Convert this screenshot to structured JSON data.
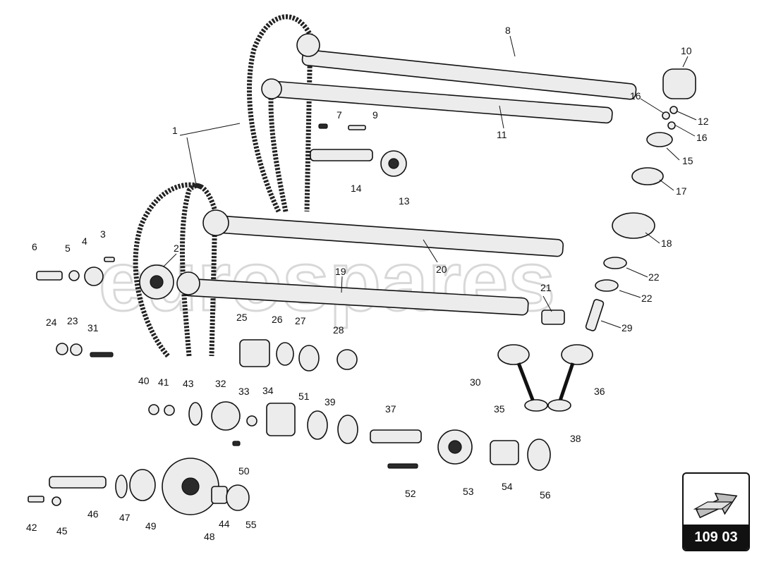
{
  "watermark": "eurospares",
  "reference_code": "109 03",
  "labels": [
    "1",
    "2",
    "3",
    "4",
    "5",
    "6",
    "7",
    "8",
    "9",
    "10",
    "11",
    "12",
    "13",
    "14",
    "15",
    "16",
    "16",
    "17",
    "18",
    "19",
    "20",
    "21",
    "22",
    "22",
    "23",
    "24",
    "25",
    "26",
    "27",
    "28",
    "29",
    "30",
    "31",
    "32",
    "33",
    "34",
    "35",
    "36",
    "37",
    "38",
    "39",
    "40",
    "41",
    "42",
    "43",
    "44",
    "45",
    "46",
    "47",
    "48",
    "49",
    "50",
    "51",
    "52",
    "53",
    "54",
    "55",
    "56"
  ]
}
